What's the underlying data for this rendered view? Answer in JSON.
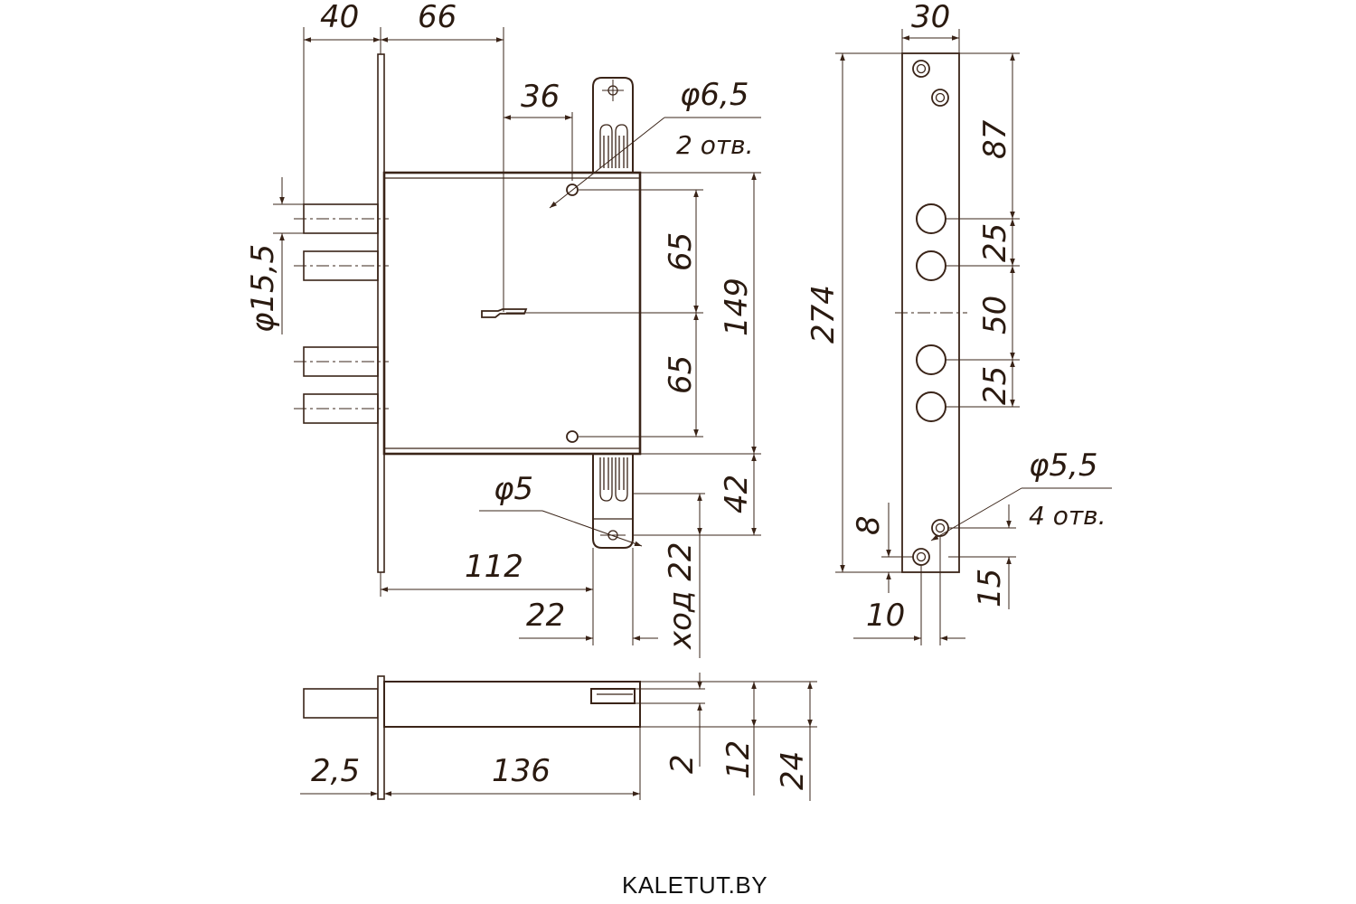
{
  "front_view": {
    "dims": {
      "d40": "40",
      "d66": "66",
      "d36": "36",
      "phi65": "φ6,5",
      "holes2": "2 отв.",
      "phi155": "φ15,5",
      "d65a": "65",
      "d65b": "65",
      "d149": "149",
      "d42": "42",
      "phi5": "φ5",
      "d112": "112",
      "d22": "22",
      "stroke22": "ход 22"
    }
  },
  "faceplate_view": {
    "dims": {
      "d30": "30",
      "d274": "274",
      "d87": "87",
      "d25a": "25",
      "d50": "50",
      "d25b": "25",
      "phi55": "φ5,5",
      "holes4": "4 отв.",
      "d8": "8",
      "d10": "10",
      "d15": "15"
    }
  },
  "bottom_view": {
    "dims": {
      "d25": "2,5",
      "d136": "136",
      "d2": "2",
      "d12": "12",
      "d24": "24"
    }
  },
  "watermark": "KALETUT.BY"
}
